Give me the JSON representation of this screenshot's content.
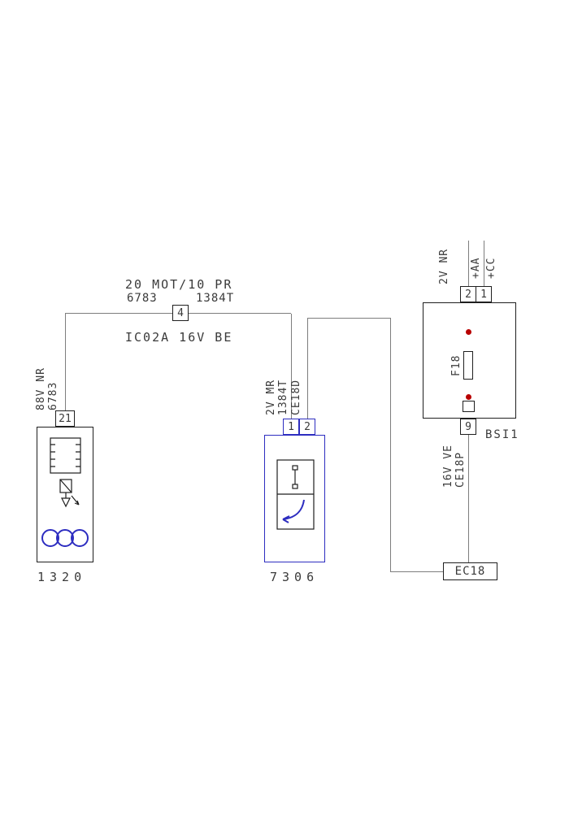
{
  "colors": {
    "background": "#ffffff",
    "wire": "#7d7d7d",
    "outline": "#1f1f1f",
    "blue": "#2d2dc0",
    "red": "#b80000",
    "text": "#3a3a3a"
  },
  "top_junction": {
    "harness": "20 MOT/10 PR",
    "wire_left": "6783",
    "node": "4",
    "wire_right": "1384T",
    "location": "IC02A 16V BE"
  },
  "component_left": {
    "id": "1320",
    "pin": "21",
    "wire_gauge": "88V NR",
    "wire_number": "6783"
  },
  "component_mid": {
    "id": "7306",
    "pin_1": "1",
    "pin_2": "2",
    "wire_gauge": "2V MR",
    "wire_number": "1384T",
    "connector": "CE18D"
  },
  "bsi": {
    "id": "BSI1",
    "pin_top_left": "2",
    "pin_top_right": "1",
    "wire_gauge_top": "2V NR",
    "supply_aa": "+AA",
    "supply_cc": "+CC",
    "fuse": "F18",
    "pin_bottom": "9",
    "wire_gauge_bottom": "16V VE",
    "connector": "CE18P"
  },
  "ground": {
    "id": "EC18"
  }
}
